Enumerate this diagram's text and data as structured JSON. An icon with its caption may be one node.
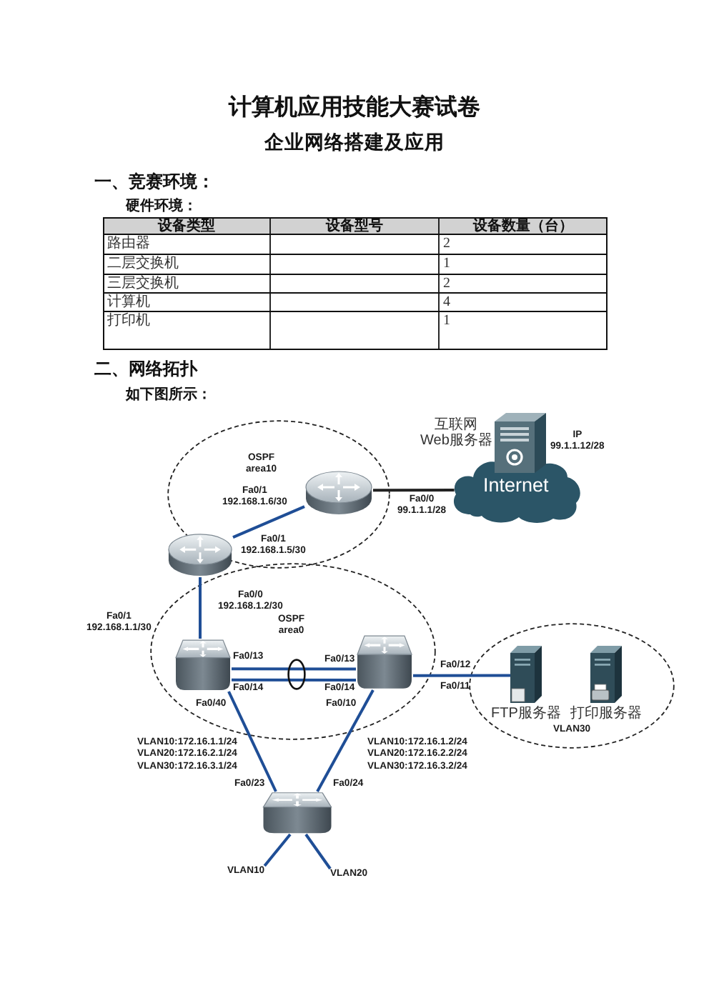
{
  "diagram": {
    "title": "计算机应用技能大赛试卷",
    "nodes": [
      {
        "text": [
          "OSPF area10"
        ]
      },
      {
        "text": [],
        "shape": "cylinder",
        "in": 0
      },
      {
        "text": [
          "Internet"
        ]
      },
      {
        "text": [
          "互联网 Web服务器"
        ],
        "beside": [
          "IP 99.1.1.12/28"
        ]
      },
      {
        "text": [],
        "shape": "cylinder"
      },
      {
        "text": [
          "OSPF area0"
        ]
      },
      {
        "text": [],
        "shape": "box",
        "in": 5,
        "beside": [
          "Fa0/13",
          "Fa0/14",
          "Fa0/40"
        ]
      },
      {
        "text": [],
        "shape": "box",
        "in": 5,
        "beside": [
          "Fa0/13",
          "Fa0/14",
          "Fa0/10"
        ]
      },
      {
        "text": [
          "VLAN30"
        ]
      },
      {
        "text": [
          "FTP服务器"
        ],
        "in": 8
      },
      {
        "text": [
          "打印服务器"
        ],
        "in": 8
      },
      {
        "text": [],
        "shape": "box",
        "beside": [
          "Fa0/23",
          "Fa0/24"
        ]
      },
      {
        "text": [
          "VLAN10"
        ]
      },
      {
        "text": [
          "VLAN20"
        ]
      }
    ],
    "edges": [
      {
        "from": 1,
        "to": 2,
        "arrow": "none",
        "color": "#222222"
      },
      {
        "from": 4,
        "to": 1,
        "arrow": "none"
      },
      {
        "from": 4,
        "to": 6,
        "arrow": "none"
      },
      {
        "from": 6,
        "to": 7,
        "arrow": "none"
      },
      {
        "from": 6,
        "to": 7,
        "arrow": "none"
      },
      {
        "from": 7,
        "to": 9,
        "arrow": "none"
      },
      {
        "from": 6,
        "to": 11,
        "arrow": "none"
      },
      {
        "from": 7,
        "to": 11,
        "arrow": "none"
      },
      {
        "from": 11,
        "to": 12,
        "arrow": "none"
      },
      {
        "from": 11,
        "to": 13,
        "arrow": "none"
      }
    ],
    "labels": [
      "企业网络搭建及应用",
      "一、竞赛环境：",
      "硬件环境：",
      "设备类型",
      "设备型号",
      "设备数量（台）",
      "路由器",
      "2",
      "二层交换机",
      "1",
      "三层交换机",
      "2",
      "计算机",
      "4",
      "打印机",
      "1",
      "二、网络拓扑",
      "如下图所示：",
      "Fa0/1 192.168.1.6/30",
      "Fa0/0 99.1.1.1/28",
      "Fa0/1 192.168.1.5/30",
      "Fa0/0 192.168.1.2/30",
      "Fa0/1 192.168.1.1/30",
      "Fa0/12",
      "Fa0/11",
      "VLAN10:172.16.1.1/24 VLAN20:172.16.2.1/24 VLAN30:172.16.3.1/24",
      "VLAN10:172.16.1.2/24 VLAN20:172.16.2.2/24 VLAN30:172.16.3.2/24"
    ]
  }
}
